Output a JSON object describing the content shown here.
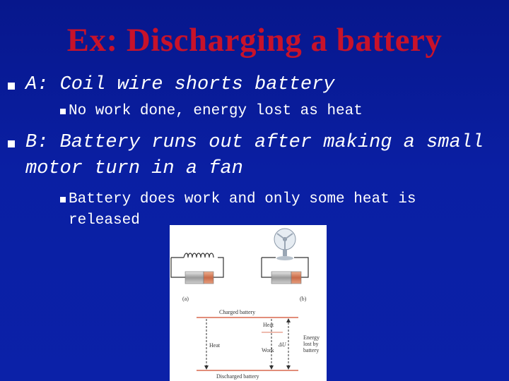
{
  "slide": {
    "title": "Ex: Discharging a battery",
    "bullets": [
      {
        "text": "A: Coil wire shorts battery",
        "sub": [
          "No work done, energy lost as heat"
        ]
      },
      {
        "text_line1": "B: Battery runs out after making a small",
        "text_line2": "motor turn in a fan",
        "sub_line1": "Battery does work and only some heat is",
        "sub_line2": "released"
      }
    ]
  },
  "figure": {
    "label_a": "(a)",
    "label_b": "(b)",
    "charged": "Charged battery",
    "discharged": "Discharged battery",
    "heat_left": "Heat",
    "heat_right": "Heat",
    "work": "Work",
    "delta_u": "ΔU",
    "energy_lost_1": "Energy",
    "energy_lost_2": "lost by",
    "energy_lost_3": "battery"
  }
}
